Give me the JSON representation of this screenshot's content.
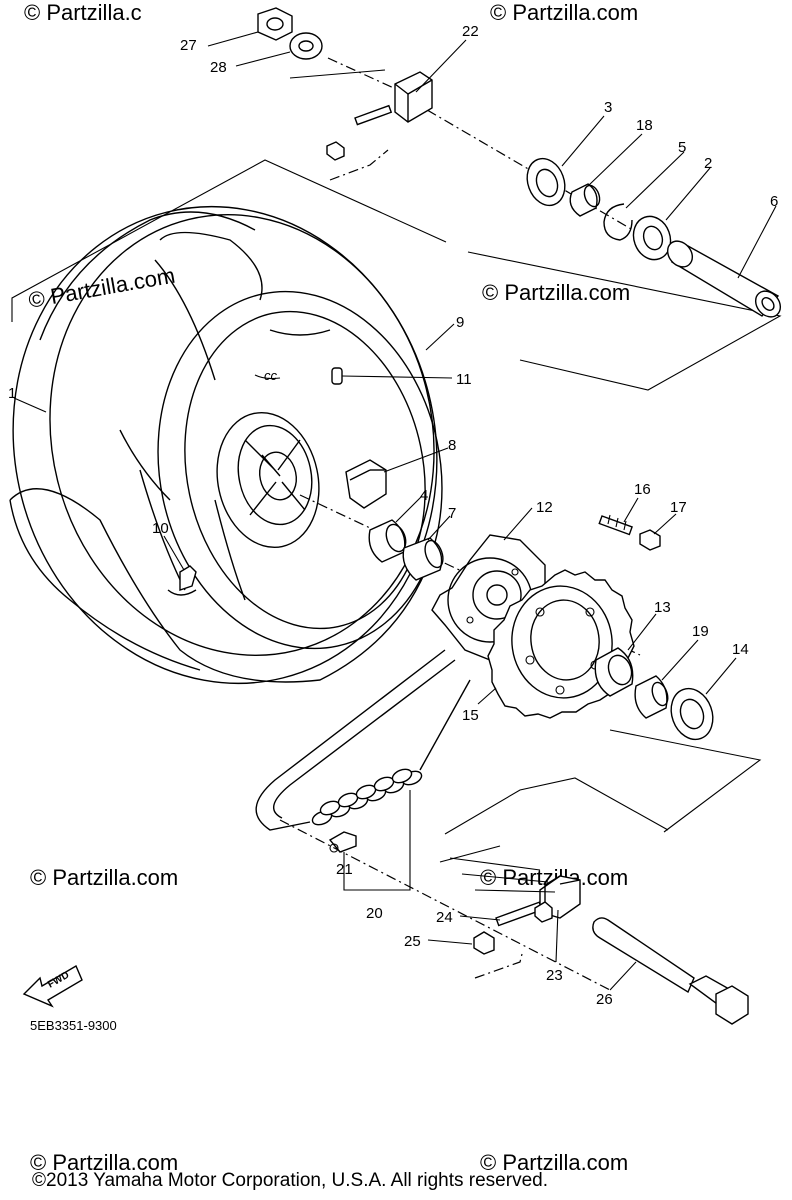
{
  "watermark": {
    "text": "© Partzilla.com",
    "fragment": "© Partzilla.c"
  },
  "diagram_code": "5EB3351-9300",
  "fwd_label": "FWD",
  "copyright": "©2013  Yamaha Motor Corporation, U.S.A. All rights reserved.",
  "callouts": {
    "c1": "1",
    "c2": "2",
    "c3": "3",
    "c4": "4",
    "c5": "5",
    "c6": "6",
    "c7": "7",
    "c8": "8",
    "c9": "9",
    "c10": "10",
    "c11": "11",
    "c12": "12",
    "c13": "13",
    "c14": "14",
    "c15": "15",
    "c16": "16",
    "c17": "17",
    "c18": "18",
    "c19": "19",
    "c20": "20",
    "c21": "21",
    "c22": "22",
    "c23": "23",
    "c24": "24",
    "c25": "25",
    "c26": "26",
    "c27": "27",
    "c28": "28"
  }
}
